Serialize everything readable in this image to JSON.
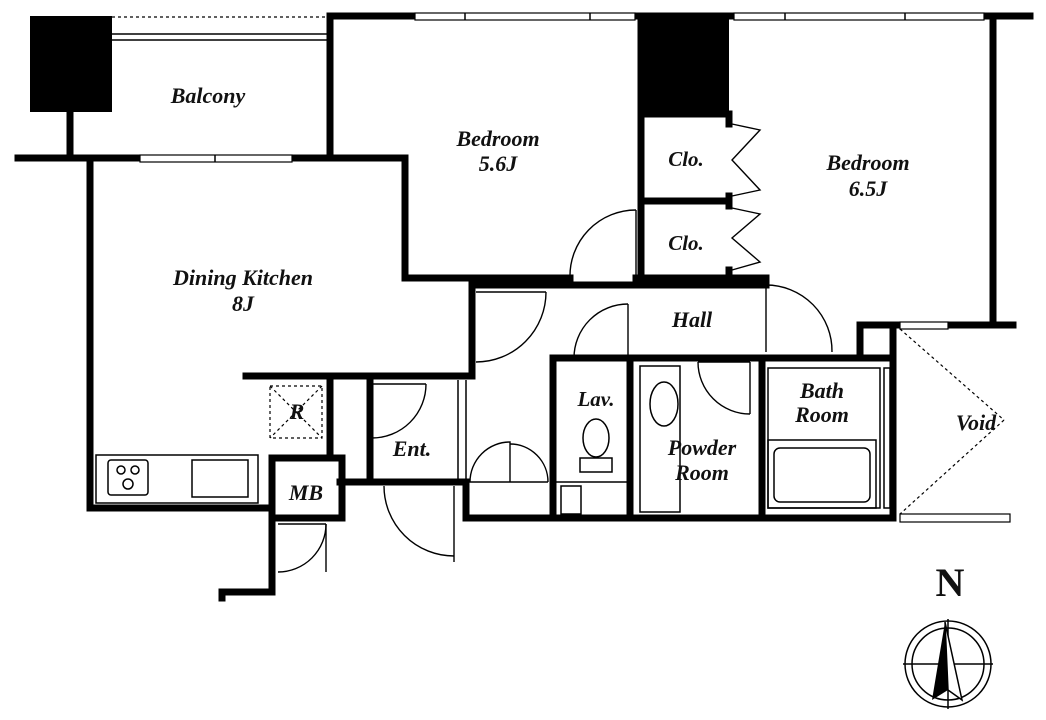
{
  "rooms": {
    "balcony": "Balcony",
    "bedroom1": {
      "name": "Bedroom",
      "size": "5.6J"
    },
    "bedroom2": {
      "name": "Bedroom",
      "size": "6.5J"
    },
    "closet1": "Clo.",
    "closet2": "Clo.",
    "dining_kitchen": {
      "name": "Dining Kitchen",
      "size": "8J"
    },
    "hall": "Hall",
    "refrigerator": "R",
    "entrance": "Ent.",
    "lavatory": "Lav.",
    "powder_room": {
      "line1": "Powder",
      "line2": "Room"
    },
    "bath_room": {
      "line1": "Bath",
      "line2": "Room"
    },
    "void": "Void",
    "meter_box": "MB"
  },
  "compass": {
    "label": "N"
  }
}
